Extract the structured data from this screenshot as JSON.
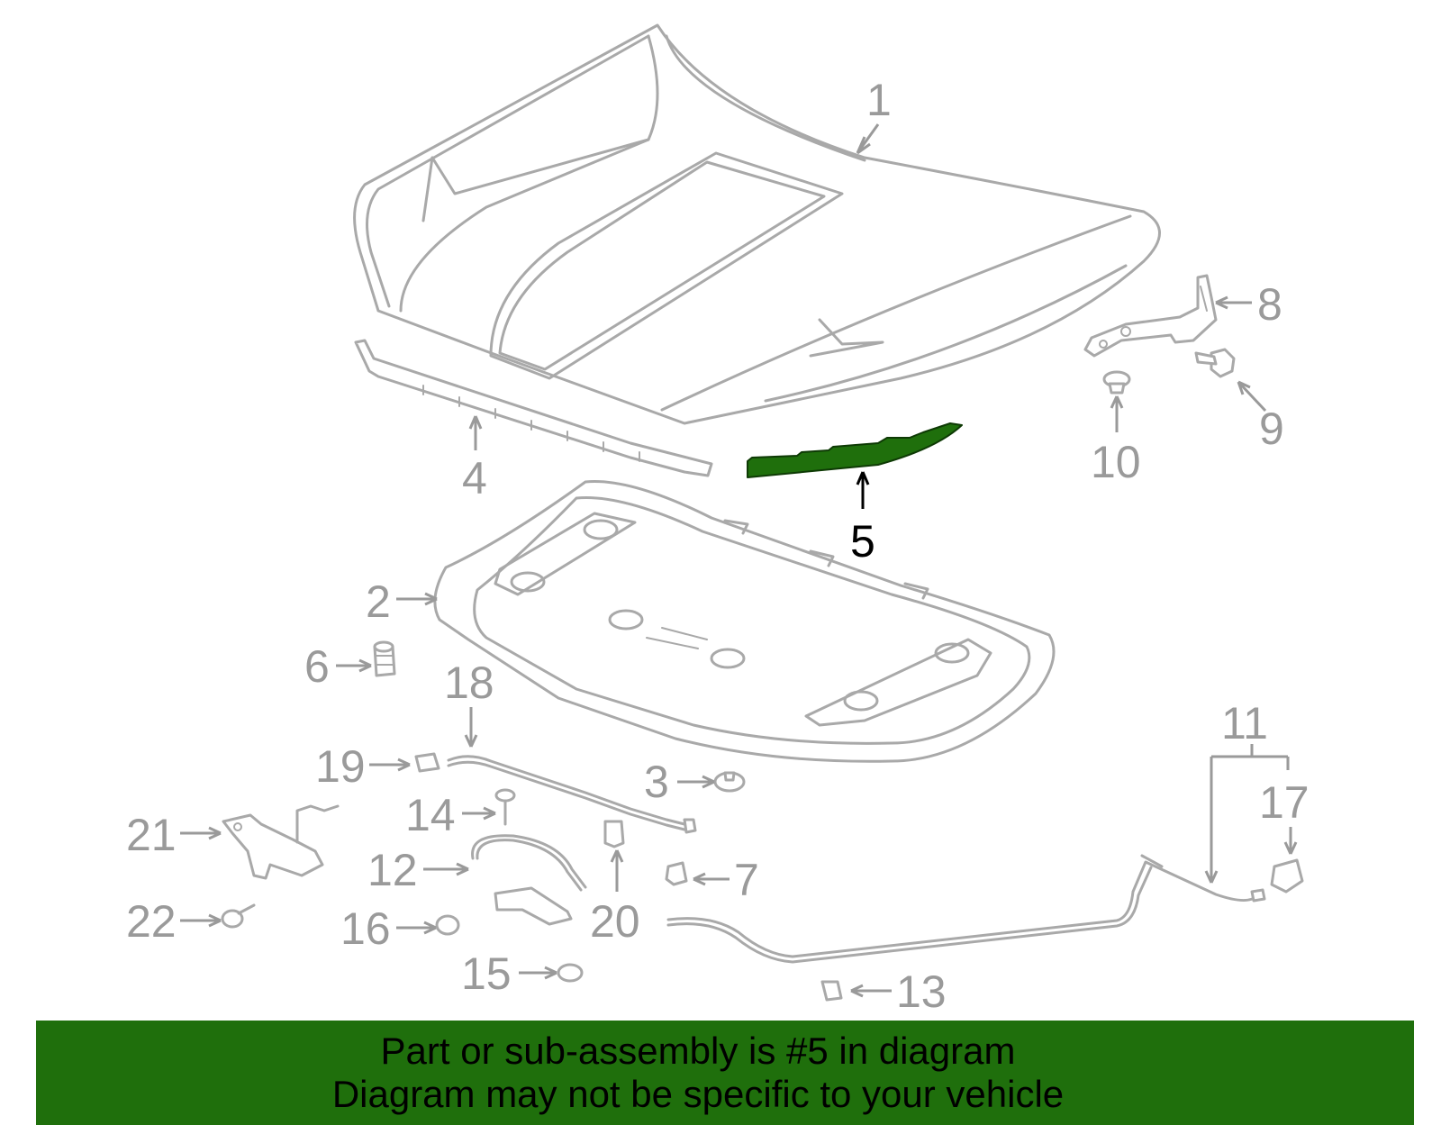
{
  "colors": {
    "highlight": "#1f6f0c",
    "part_stroke": "#a9a9a9",
    "label_gray": "#9a9a9a",
    "label_highlight": "#000000",
    "banner_bg": "#1f6f0c"
  },
  "highlighted_part": "5",
  "callouts": {
    "c1": "1",
    "c2": "2",
    "c3": "3",
    "c4": "4",
    "c5": "5",
    "c6": "6",
    "c7": "7",
    "c8": "8",
    "c9": "9",
    "c10": "10",
    "c11": "11",
    "c12": "12",
    "c13": "13",
    "c14": "14",
    "c15": "15",
    "c16": "16",
    "c17": "17",
    "c18": "18",
    "c19": "19",
    "c20": "20",
    "c21": "21",
    "c22": "22"
  },
  "banner": {
    "line1": "Part or sub-assembly is #5 in diagram",
    "line2": "Diagram may not be specific to your vehicle"
  }
}
